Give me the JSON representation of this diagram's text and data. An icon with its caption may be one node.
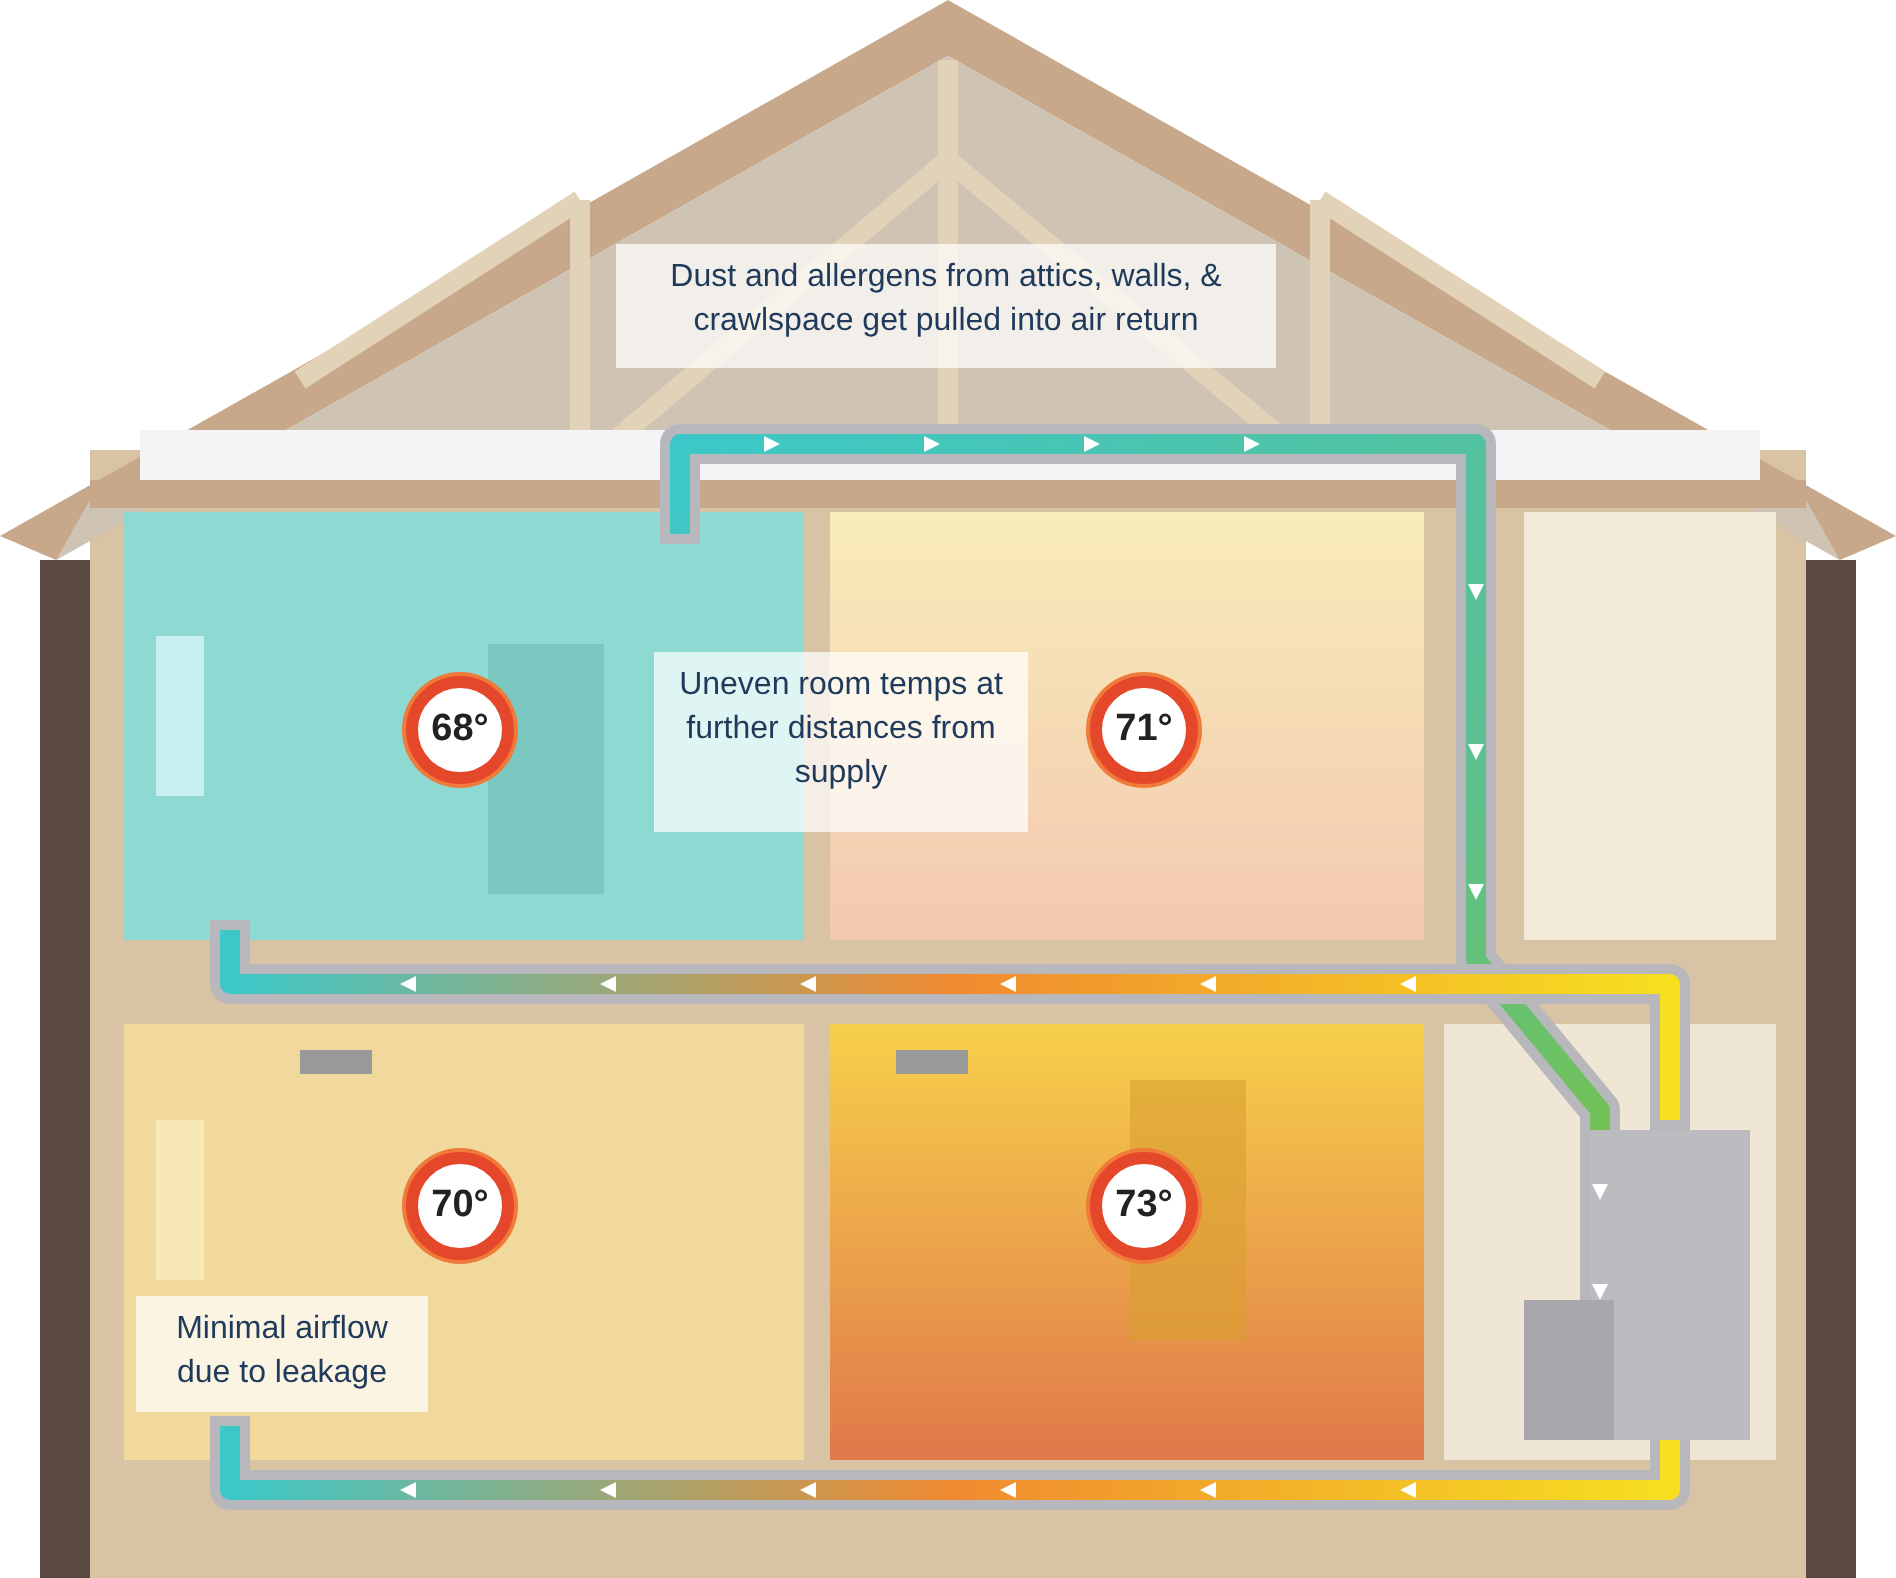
{
  "diagram": {
    "labels": [
      "Dust and allergens from attics, walls, & crawlspace get pulled into air return",
      "68°",
      "Uneven room temps at further distances from supply",
      "71°",
      "70°",
      "73°",
      "Minimal airflow due to leakage"
    ]
  }
}
